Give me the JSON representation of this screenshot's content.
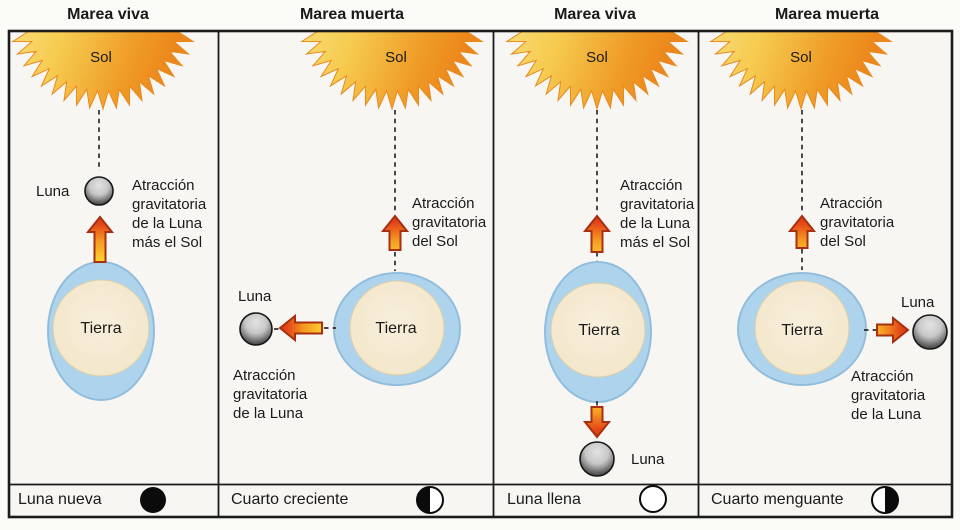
{
  "figure": {
    "name": "Diagrama de mareas: posiciones de Sol, Luna y Tierra",
    "panel_count": 4
  },
  "colors": {
    "background": "#fbfbf8",
    "panel_bg": "#f7f6f2",
    "border": "#1c1c1c",
    "text": "#1a1a1a",
    "water_blue": "#aed3ec",
    "water_edge": "#92bddc",
    "land_cream": "#f3e7cc",
    "sun_yellow": "#f9e588",
    "sun_orange": "#ec8a1d",
    "moon_light": "#d9d9d9",
    "moon_dark": "#353535",
    "arrow_yellow": "#ffd42e",
    "arrow_red": "#d93414",
    "arrow_outline": "#a63011",
    "icon_black": "#0b0b0b"
  },
  "panels": [
    {
      "title": "Marea viva",
      "sun_label": "Sol",
      "earth_label": "Tierra",
      "moon_label": "Luna",
      "annotations": [
        {
          "lines": [
            "Atracción",
            "gravitatoria",
            "de la Luna",
            "más el Sol"
          ]
        }
      ],
      "phase": {
        "label": "Luna nueva",
        "icon": "new-moon"
      }
    },
    {
      "title": "Marea muerta",
      "sun_label": "Sol",
      "earth_label": "Tierra",
      "moon_label": "Luna",
      "annotations": [
        {
          "lines": [
            "Atracción",
            "gravitatoria",
            "del Sol"
          ]
        },
        {
          "lines": [
            "Atracción",
            "gravitatoria",
            "de la Luna"
          ]
        }
      ],
      "phase": {
        "label": "Cuarto creciente",
        "icon": "first-quarter"
      }
    },
    {
      "title": "Marea viva",
      "sun_label": "Sol",
      "earth_label": "Tierra",
      "moon_label": "Luna",
      "annotations": [
        {
          "lines": [
            "Atracción",
            "gravitatoria",
            "de la Luna",
            "más el Sol"
          ]
        }
      ],
      "phase": {
        "label": "Luna llena",
        "icon": "full-moon"
      }
    },
    {
      "title": "Marea muerta",
      "sun_label": "Sol",
      "earth_label": "Tierra",
      "moon_label": "Luna",
      "annotations": [
        {
          "lines": [
            "Atracción",
            "gravitatoria",
            "del Sol"
          ]
        },
        {
          "lines": [
            "Atracción",
            "gravitatoria",
            "de la Luna"
          ]
        }
      ],
      "phase": {
        "label": "Cuarto menguante",
        "icon": "last-quarter"
      }
    }
  ]
}
